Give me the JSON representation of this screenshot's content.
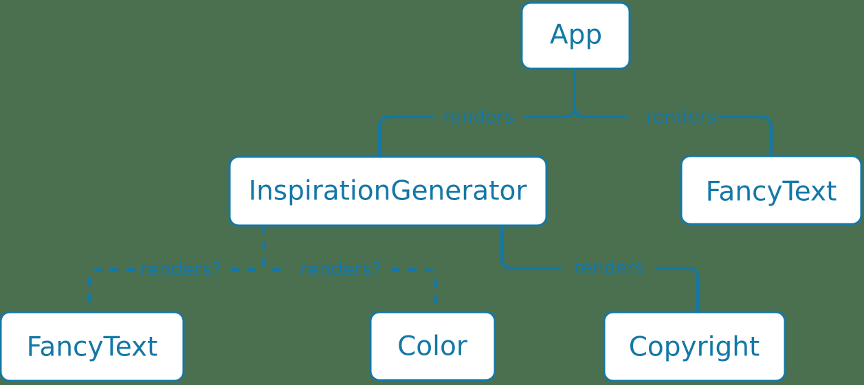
{
  "diagram": {
    "type": "component-tree",
    "background_color": "#4a7050",
    "accent_color": "#1478a7",
    "node_fill_color": "#ffffff",
    "nodes": [
      {
        "id": "app",
        "label": "App"
      },
      {
        "id": "inspgen",
        "label": "InspirationGenerator"
      },
      {
        "id": "fancytext_r",
        "label": "FancyText"
      },
      {
        "id": "fancytext_b",
        "label": "FancyText"
      },
      {
        "id": "color",
        "label": "Color"
      },
      {
        "id": "copyright",
        "label": "Copyright"
      }
    ],
    "edges": [
      {
        "from": "app",
        "to": "inspgen",
        "label": "renders",
        "style": "solid"
      },
      {
        "from": "app",
        "to": "fancytext_r",
        "label": "renders",
        "style": "solid"
      },
      {
        "from": "inspgen",
        "to": "fancytext_b",
        "label": "renders?",
        "style": "dashed"
      },
      {
        "from": "inspgen",
        "to": "color",
        "label": "renders?",
        "style": "dashed"
      },
      {
        "from": "inspgen",
        "to": "copyright",
        "label": "renders",
        "style": "solid"
      }
    ]
  }
}
